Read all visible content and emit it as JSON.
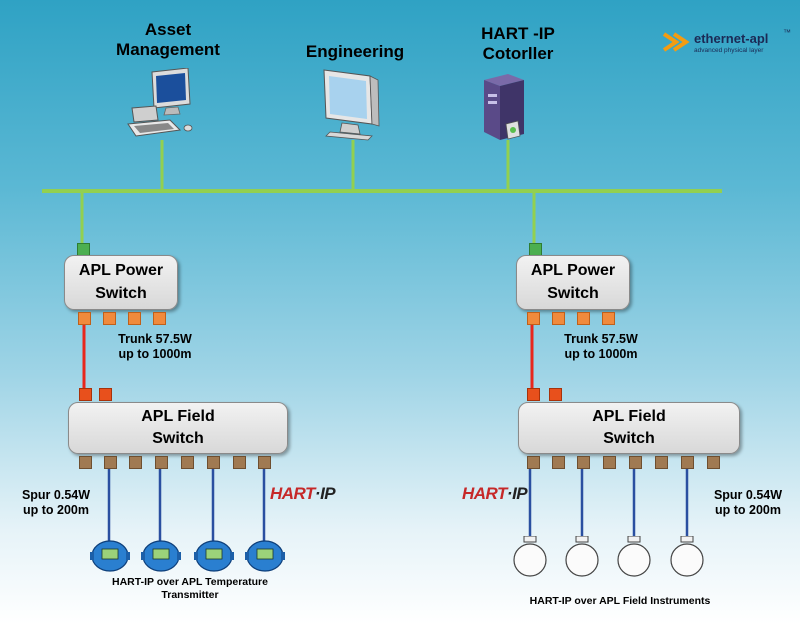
{
  "top": {
    "asset_line1": "Asset",
    "asset_line2": "Management",
    "engineering": "Engineering",
    "hart_line1": "HART -IP",
    "hart_line2": "Cotorller"
  },
  "logo": {
    "name": "ethernet-apl",
    "tm": "™",
    "tagline": "advanced physical layer"
  },
  "left": {
    "power_line1": "APL Power",
    "power_line2": "Switch",
    "trunk_line1": "Trunk 57.5W",
    "trunk_line2": "up to 1000m",
    "field_line1": "APL Field",
    "field_line2": "Switch",
    "spur_line1": "Spur 0.54W",
    "spur_line2": "up to 200m",
    "hart_logo_a": "HART",
    "hart_logo_b": "·IP",
    "caption_line1": "HART-IP over APL Temperature",
    "caption_line2": "Transmitter"
  },
  "right": {
    "power_line1": "APL Power",
    "power_line2": "Switch",
    "trunk_line1": "Trunk 57.5W",
    "trunk_line2": "up to 1000m",
    "field_line1": "APL Field",
    "field_line2": "Switch",
    "spur_line1": "Spur 0.54W",
    "spur_line2": "up to 200m",
    "hart_logo_a": "HART",
    "hart_logo_b": "·IP",
    "caption": "HART-IP over APL Field Instruments"
  },
  "colors": {
    "bus": "#92d050",
    "trunk": "#e8271c",
    "spur": "#2a4fa0",
    "brand_orange": "#f39c12"
  }
}
